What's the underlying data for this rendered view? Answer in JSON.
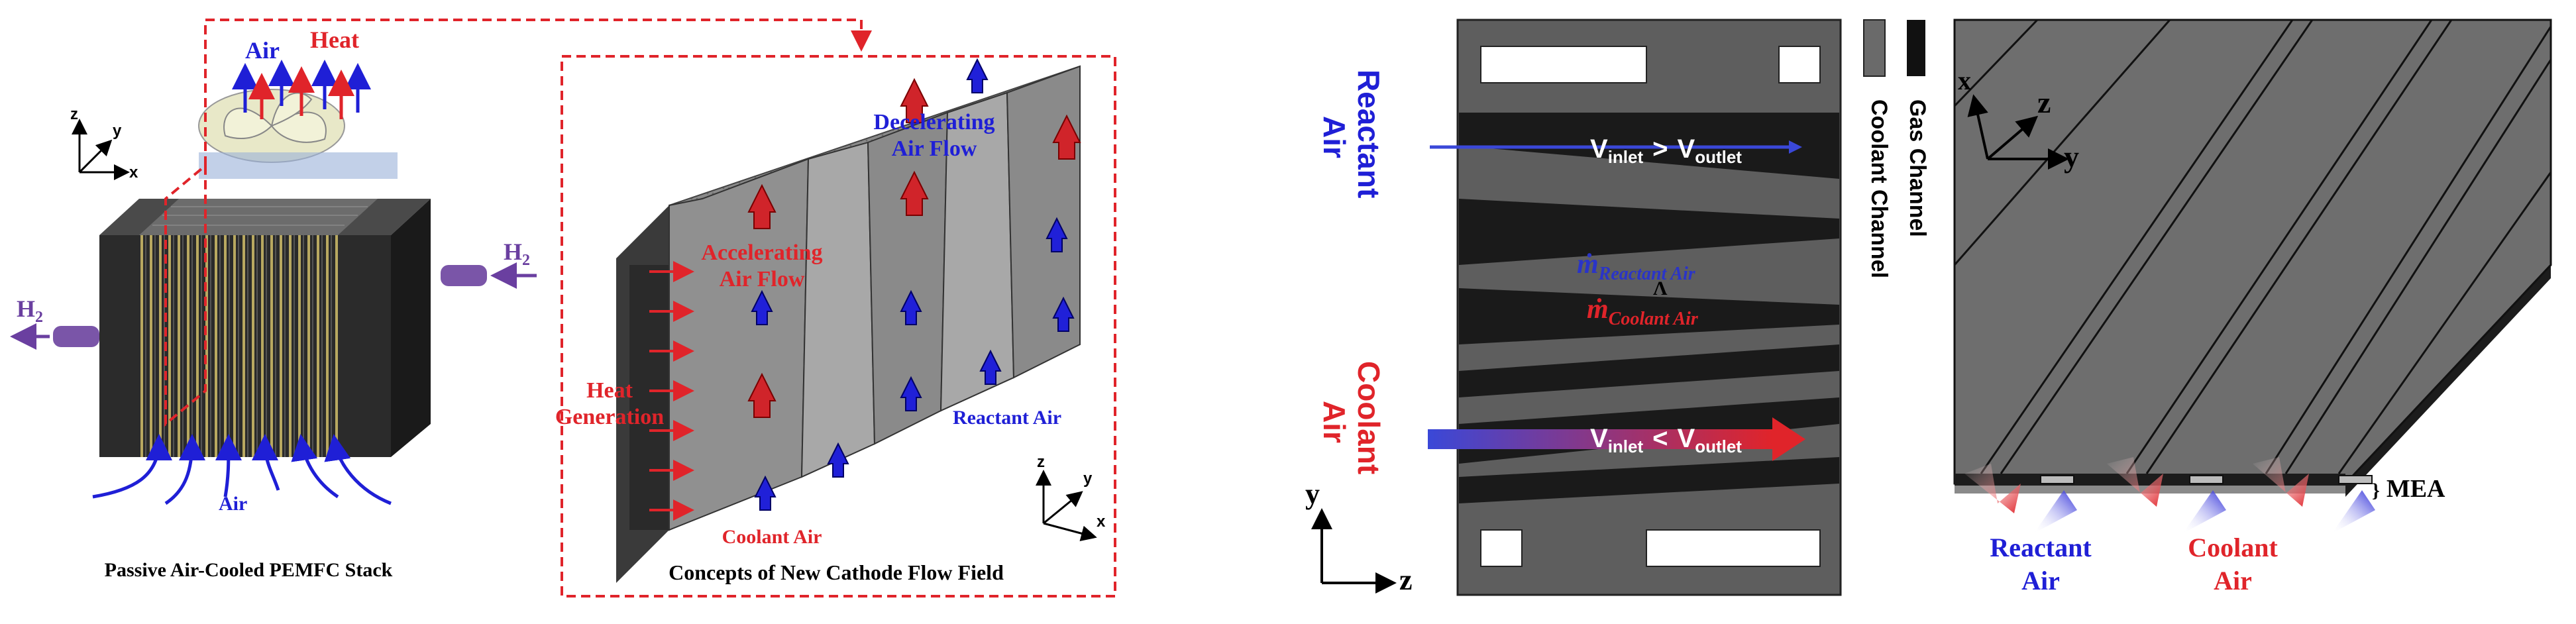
{
  "panel_stack": {
    "caption": "Passive Air-Cooled PEMFC Stack",
    "labels": {
      "air_top": "Air",
      "heat_top": "Heat",
      "h2_right": "H",
      "h2_right_sub": "2",
      "h2_left": "H",
      "h2_left_sub": "2",
      "air_bottom": "Air"
    },
    "axes": {
      "z": "z",
      "y": "y",
      "x": "x"
    }
  },
  "panel_concept": {
    "caption": "Concepts of New Cathode Flow Field",
    "labels": {
      "decelerating": [
        "Decelerating",
        "Air Flow"
      ],
      "accelerating": [
        "Accelerating",
        "Air Flow"
      ],
      "heat_generation": [
        "Heat",
        "Generation"
      ],
      "reactant_air": "Reactant Air",
      "coolant_air": "Coolant Air"
    },
    "axes": {
      "z": "z",
      "y": "y",
      "x": "x"
    }
  },
  "panel_channels": {
    "reactant_air": [
      "Reactant",
      "Air"
    ],
    "coolant_air": [
      "Coolant",
      "Air"
    ],
    "v_top": {
      "v1": "V",
      "sub1": "inlet",
      "op": ">",
      "v2": "V",
      "sub2": "outlet"
    },
    "v_bottom": {
      "v1": "V",
      "sub1": "inlet",
      "op": "<",
      "v2": "V",
      "sub2": "outlet"
    },
    "m_reactant": {
      "m": "ṁ",
      "sub": "Reactant Air"
    },
    "m_coolant": {
      "m": "ṁ",
      "sub": "Coolant Air"
    },
    "compare_symbol": "Λ",
    "legend": {
      "coolant": "Coolant Channel",
      "gas": "Gas Channel"
    },
    "axes": {
      "y": "y",
      "z": "z"
    }
  },
  "panel_3d": {
    "axes": {
      "x": "x",
      "z": "z",
      "y": "y"
    },
    "mea_label": "MEA",
    "reactant_air": [
      "Reactant",
      "Air"
    ],
    "coolant_air": [
      "Coolant",
      "Air"
    ]
  },
  "colors": {
    "red": "#e0242a",
    "blue": "#1f1fd6",
    "dark_plate": "#333333",
    "gray_surface": "#707070",
    "purple": "#6a3fa0"
  }
}
